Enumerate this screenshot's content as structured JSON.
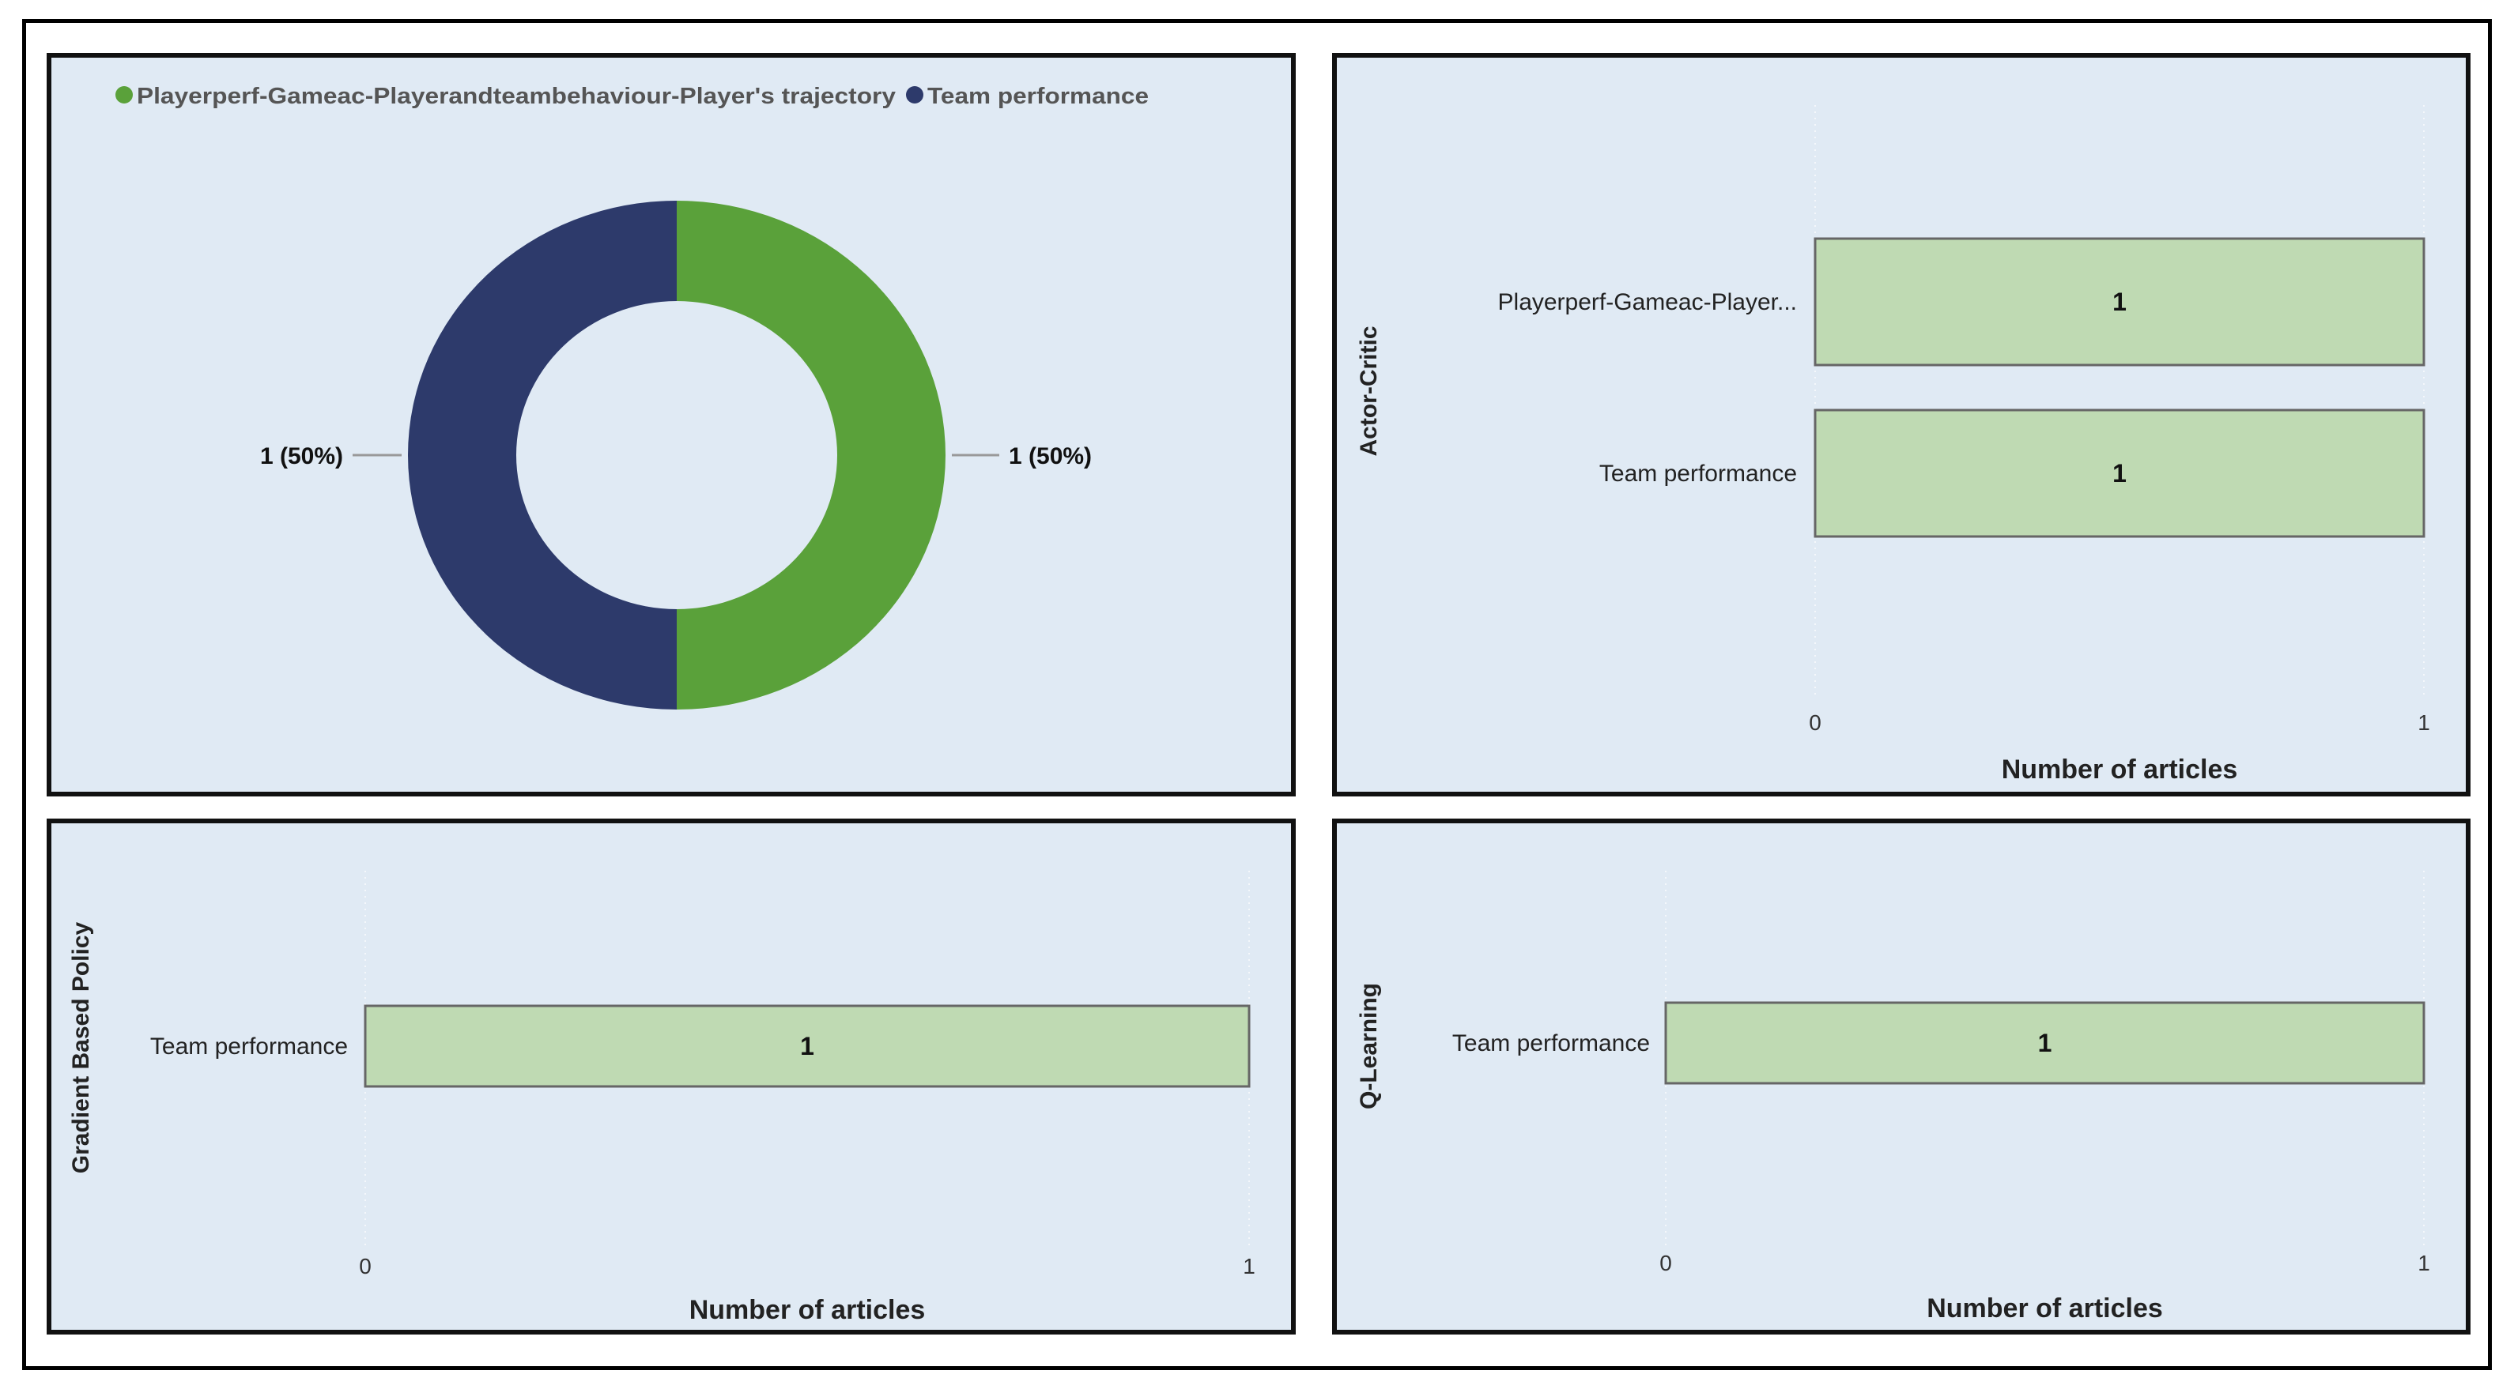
{
  "chart_data": [
    {
      "type": "pie",
      "donut": true,
      "legend_position": "top",
      "categories": [
        "Playerperf-Gameac-Playerandteambehaviour-Player's trajectory",
        "Team performance"
      ],
      "values": [
        1,
        1
      ],
      "data_labels": [
        "1 (50%)",
        "1 (50%)"
      ],
      "colors": [
        "#5aa13a",
        "#2d3a6b"
      ]
    },
    {
      "type": "bar",
      "orientation": "horizontal",
      "ylabel": "Actor-Critic",
      "xlabel": "Number of articles",
      "categories": [
        "Playerperf-Gameac-Player...",
        "Team performance"
      ],
      "values": [
        1,
        1
      ],
      "data_labels": [
        "1",
        "1"
      ],
      "xlim": [
        0,
        1
      ],
      "x_ticks": [
        "0",
        "1"
      ],
      "bar_color": "#bfdab3"
    },
    {
      "type": "bar",
      "orientation": "horizontal",
      "ylabel": "Gradient Based Policy",
      "xlabel": "Number of articles",
      "categories": [
        "Team performance"
      ],
      "values": [
        1
      ],
      "data_labels": [
        "1"
      ],
      "xlim": [
        0,
        1
      ],
      "x_ticks": [
        "0",
        "1"
      ],
      "bar_color": "#bfdab3"
    },
    {
      "type": "bar",
      "orientation": "horizontal",
      "ylabel": "Q-Learning",
      "xlabel": "Number of articles",
      "categories": [
        "Team performance"
      ],
      "values": [
        1
      ],
      "data_labels": [
        "1"
      ],
      "xlim": [
        0,
        1
      ],
      "x_ticks": [
        "0",
        "1"
      ],
      "bar_color": "#bfdab3"
    }
  ]
}
